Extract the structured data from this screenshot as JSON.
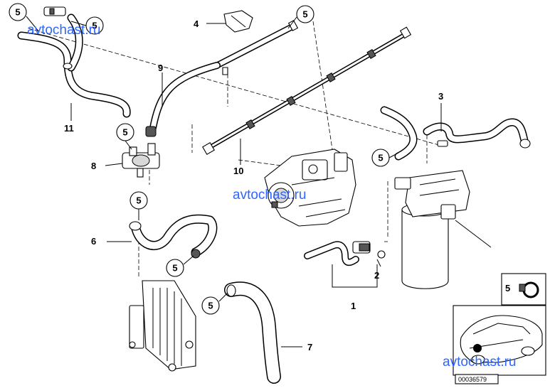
{
  "callouts": {
    "c1": "5",
    "c2": "5",
    "c3": "5",
    "c4": "5",
    "c5": "5",
    "c6": "5",
    "c7": "5",
    "c8": "5",
    "c9": "5"
  },
  "labels": {
    "n1": "1",
    "n2": "2",
    "n3": "3",
    "n4": "4",
    "n6": "6",
    "n7": "7",
    "n8": "8",
    "n9": "9",
    "n10": "10",
    "n11": "11"
  },
  "watermarks": [
    "avtochast.ru",
    "avtochast.ru",
    "avtochast.ru"
  ],
  "inset": {
    "item_number": "5"
  },
  "diagram_code": "00036579"
}
